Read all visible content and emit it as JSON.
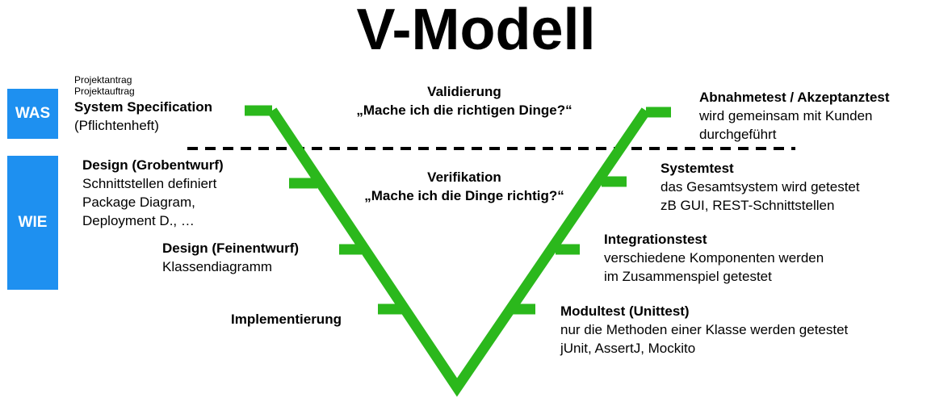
{
  "title": "V-Modell",
  "labels": {
    "was": "WAS",
    "wie": "WIE"
  },
  "colors": {
    "v_line": "#2bb81c",
    "box": "#1e90f0",
    "dashed": "#000000"
  },
  "left": {
    "spec": {
      "pre1": "Projektantrag",
      "pre2": "Projektauftrag",
      "heading": "System Specification",
      "line1": "(Pflichtenheft)"
    },
    "grob": {
      "heading": "Design (Grobentwurf)",
      "line1": "Schnittstellen definiert",
      "line2": "Package Diagram,",
      "line3": "Deployment D., …"
    },
    "fein": {
      "heading": "Design (Feinentwurf)",
      "line1": "Klassendiagramm"
    },
    "impl": {
      "heading": "Implementierung"
    }
  },
  "center": {
    "validierung": {
      "heading": "Validierung",
      "line1": "„Mache ich die richtigen Dinge?“"
    },
    "verifikation": {
      "heading": "Verifikation",
      "line1": "„Mache ich die Dinge richtig?“"
    }
  },
  "right": {
    "abnahme": {
      "heading": "Abnahmetest / Akzeptanztest",
      "line1": "wird gemeinsam mit Kunden",
      "line2": "durchgeführt"
    },
    "system": {
      "heading": "Systemtest",
      "line1": "das Gesamtsystem wird getestet",
      "line2": "zB GUI, REST-Schnittstellen"
    },
    "integration": {
      "heading": "Integrationstest",
      "line1": "verschiedene Komponenten werden",
      "line2": "im Zusammenspiel getestet"
    },
    "modul": {
      "heading": "Modultest (Unittest)",
      "line1": "nur die Methoden einer Klasse werden getestet",
      "line2": "jUnit, AssertJ, Mockito"
    }
  }
}
